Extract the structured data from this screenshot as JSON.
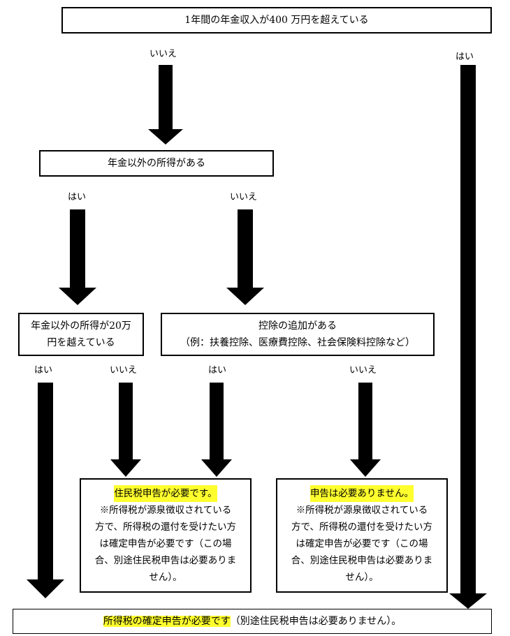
{
  "q1": "1年間の年金収入が400 万円を超えている",
  "q2": "年金以外の所得がある",
  "q3": {
    "line1": "年金以外の所得が20万",
    "line2": "円を越えている"
  },
  "q4": {
    "line1": "控除の追加がある",
    "line2": "（例：扶養控除、医療費控除、社会保険料控除など）"
  },
  "labels": {
    "q1_no": "いいえ",
    "q1_yes": "はい",
    "q2_yes": "はい",
    "q2_no": "いいえ",
    "q3_yes": "はい",
    "q3_no": "いいえ",
    "q4_yes": "はい",
    "q4_no": "いいえ"
  },
  "result_resident": {
    "head": "住民税申告が必要です。",
    "note1": "※所得税が源泉徴収されている",
    "note2": "方で、所得税の還付を受けたい方",
    "note3": "は確定申告が必要です（この場",
    "note4": "合、別途住民税申告は必要ありま",
    "note5": "せん）。"
  },
  "result_none": {
    "head": "申告は必要ありません。",
    "note1": "※所得税が源泉徴収されている",
    "note2": "方で、所得税の還付を受けたい方",
    "note3": "は確定申告が必要です（この場",
    "note4": "合、別途住民税申告は必要ありま",
    "note5": "せん）。"
  },
  "result_final": {
    "head": "所得税の確定申告が必要です",
    "tail": "（別途住民税申告は必要ありません）。"
  },
  "colors": {
    "highlight": "#ffff2e",
    "line": "#000000"
  }
}
